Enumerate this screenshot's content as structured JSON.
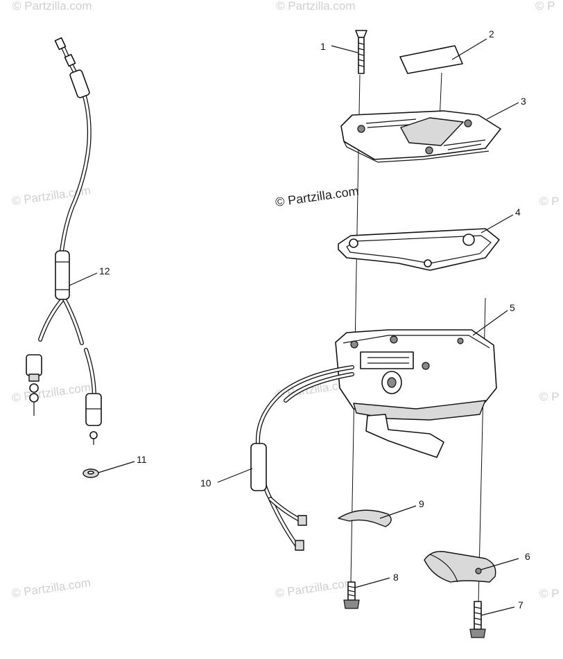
{
  "watermarks": {
    "main": "© Partzilla.com",
    "faint": "© Partzilla.com",
    "edge": "© P"
  },
  "callouts": {
    "c1": "1",
    "c2": "2",
    "c3": "3",
    "c4": "4",
    "c5": "5",
    "c6": "6",
    "c7": "7",
    "c8": "8",
    "c9": "9",
    "c10": "10",
    "c11": "11",
    "c12": "12"
  }
}
